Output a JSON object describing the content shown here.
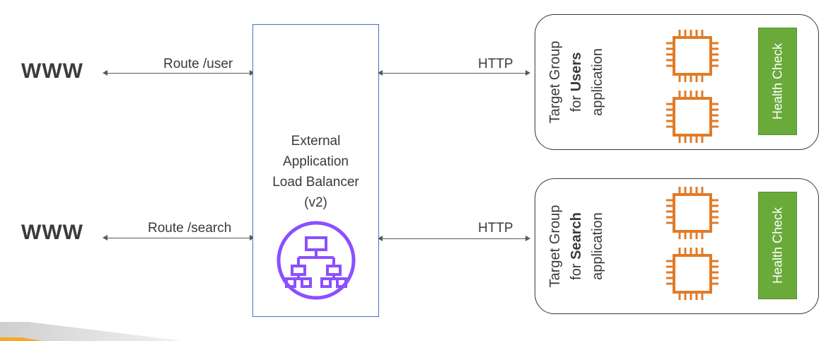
{
  "client_top": {
    "label": "WWW"
  },
  "client_bottom": {
    "label": "WWW"
  },
  "route_top": {
    "label": "Route /user"
  },
  "route_bottom": {
    "label": "Route /search"
  },
  "load_balancer": {
    "lines": [
      "External",
      "Application",
      "Load Balancer",
      "(v2)"
    ],
    "icon": "alb-hierarchy-icon",
    "border_color": "#4472c4",
    "icon_color": "#8c4fff"
  },
  "http_top": {
    "label": "HTTP"
  },
  "http_bottom": {
    "label": "HTTP"
  },
  "target_group_users": {
    "line1": "Target Group",
    "line2_prefix": "for ",
    "line2_bold": "Users",
    "line3": "application",
    "health_check": "Health Check",
    "instances": [
      "ec2-instance-icon",
      "ec2-instance-icon"
    ]
  },
  "target_group_search": {
    "line1": "Target Group",
    "line2_prefix": "for ",
    "line2_bold": "Search",
    "line3": "application",
    "health_check": "Health Check",
    "instances": [
      "ec2-instance-icon",
      "ec2-instance-icon"
    ]
  },
  "colors": {
    "instance_orange": "#e07b28",
    "health_green": "#6aaa3a"
  }
}
